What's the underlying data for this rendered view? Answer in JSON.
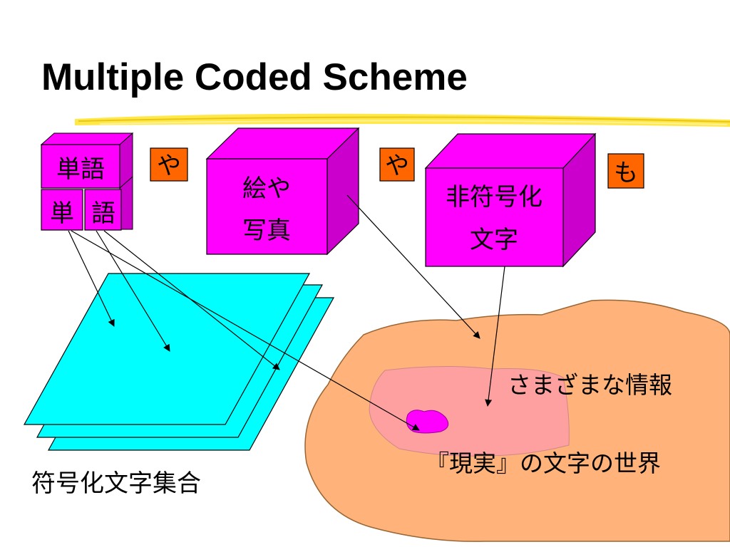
{
  "title": "Multiple Coded Scheme",
  "colors": {
    "magenta": "#FF00FF",
    "magenta_side": "#CC00CC",
    "magenta_dark": "#990099",
    "cyan": "#00FFFF",
    "orange_box": "#FF6600",
    "region_outer": "#FFB27A",
    "region_inner": "#FFA0A0",
    "highlight": "#FFEE44"
  },
  "diagram": {
    "word_block": {
      "top": "単語",
      "left": "単",
      "right": "語"
    },
    "particles": {
      "ya1": "や",
      "ya2": "や",
      "mo": "も"
    },
    "picture_box": {
      "line1": "絵や",
      "line2": "写真"
    },
    "noncoded_box": {
      "line1": "非符号化",
      "line2": "文字"
    },
    "charset_label": "符号化文字集合",
    "info_label": "さまざまな情報",
    "world_label": "『現実』の文字の世界"
  }
}
